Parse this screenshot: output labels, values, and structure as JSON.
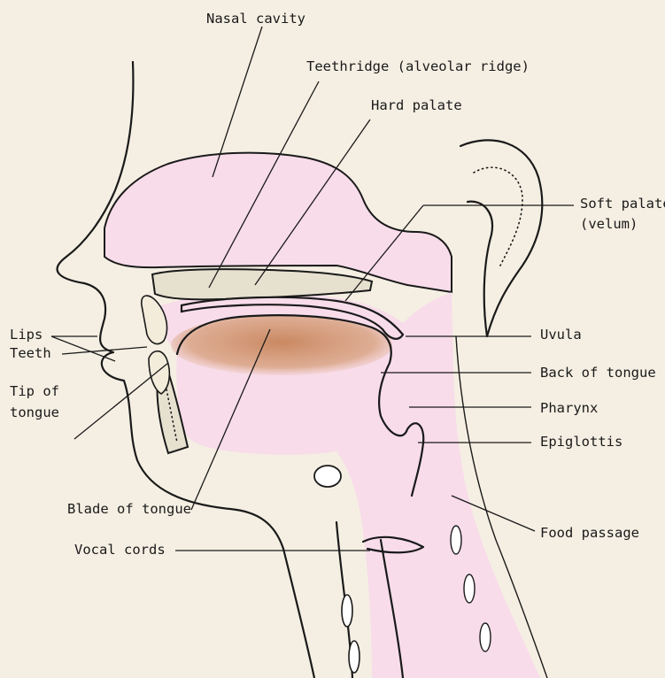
{
  "colors": {
    "background": "#f5efe3",
    "tissue": "#f8dcea",
    "bone": "#e6e0cf",
    "tongue_highlight": "#c98a5e",
    "ink": "#1a1a1a"
  },
  "labels": {
    "nasal_cavity": "Nasal cavity",
    "teethridge": "Teethridge (alveolar ridge)",
    "hard_palate": "Hard palate",
    "soft_palate": "Soft palate",
    "velum": "(velum)",
    "lips": "Lips",
    "uvula": "Uvula",
    "teeth": "Teeth",
    "back_of_tongue": "Back of tongue",
    "tip_of_tongue_1": "Tip of",
    "tip_of_tongue_2": "tongue",
    "pharynx": "Pharynx",
    "epiglottis": "Epiglottis",
    "blade_of_tongue": "Blade of tongue",
    "food_passage": "Food passage",
    "vocal_cords": "Vocal cords"
  }
}
